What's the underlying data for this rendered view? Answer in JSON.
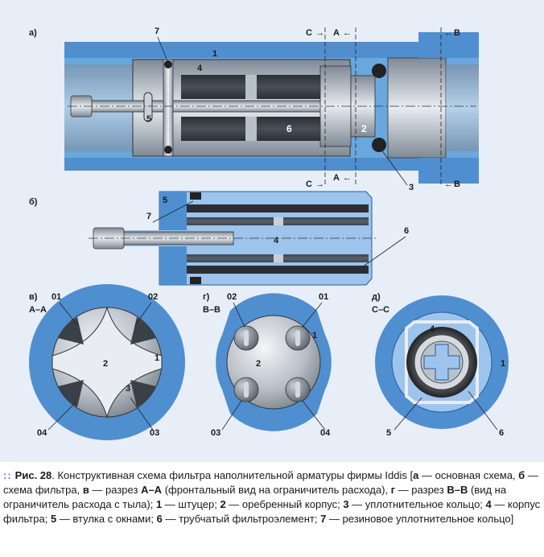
{
  "views": {
    "a": {
      "label": "а)",
      "sec_c": "C",
      "sec_a": "A",
      "sec_b": "B"
    },
    "b": {
      "label": "б)"
    },
    "v": {
      "label": "в)",
      "section": "A–A"
    },
    "g": {
      "label": "г)",
      "section": "B–B"
    },
    "d": {
      "label": "д)",
      "section": "C–C"
    }
  },
  "parts": {
    "p1": "1",
    "p2": "2",
    "p3": "3",
    "p4": "4",
    "p5": "5",
    "p6": "6",
    "p7": "7"
  },
  "windows": {
    "w01": "01",
    "w02": "02",
    "w03": "03",
    "w04": "04"
  },
  "caption": {
    "fig": "Рис. 28",
    "title": ". Конструктивная схема фильтра наполнительной арматуры фирмы Iddis [",
    "a_key": "а",
    "a_text": " — основная схема, ",
    "b_key": "б",
    "b_text": " — схема фильтра, ",
    "v_key": "в",
    "v_text": " — разрез ",
    "v_sec": "А–А",
    "v_desc": " (фронтальный вид на ограничитель расхода), ",
    "g_key": "г",
    "g_text": " — разрез ",
    "g_sec": "В–В",
    "g_desc": " (вид на ограничитель расхода с тыла); ",
    "n1": "1",
    "t1": " — штуцер; ",
    "n2": "2",
    "t2": " — оребренный корпус; ",
    "n3": "3",
    "t3": " — уплотнительное кольцо; ",
    "n4": "4",
    "t4": " — корпус фильтра; ",
    "n5": "5",
    "t5": " — втулка с окнами; ",
    "n6": "6",
    "t6": " — трубчатый фильтроэлемент; ",
    "n7": "7",
    "t7": " — резиновое уплотнительное кольцо]"
  }
}
